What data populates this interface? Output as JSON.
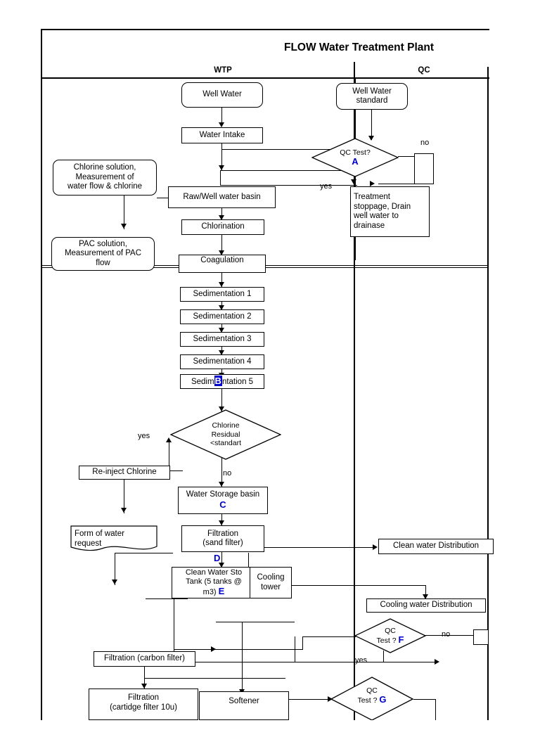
{
  "document": {
    "title": "FLOW Water Treatment Plant"
  },
  "lanes": [
    {
      "id": "wtp",
      "label": "WTP"
    },
    {
      "id": "qc",
      "label": "QC"
    }
  ],
  "colors": {
    "marker": "#0000CC",
    "selection_bg": "#0000CC",
    "selection_fg": "#FFFFFF",
    "line": "#000000",
    "background": "#FFFFFF"
  },
  "nodes": {
    "well_water": {
      "label": "Well Water",
      "shape": "rounded"
    },
    "well_water_standard": {
      "label": "Well Water\nstandard",
      "shape": "rounded"
    },
    "water_intake": {
      "label": "Water Intake",
      "shape": "process"
    },
    "qc_test_a": {
      "label": "QC Test?",
      "marker": "A",
      "shape": "decision"
    },
    "treatment_stoppage": {
      "label": "Treatment\nstoppage, Drain\nwell water to\ndrainase",
      "shape": "process"
    },
    "chlorine_solution": {
      "label": "Chlorine solution,\nMeasurement of\nwater flow & chlorine",
      "shape": "rounded"
    },
    "raw_well_water_basin": {
      "label": "Raw/Well water basin",
      "shape": "process"
    },
    "chlorination": {
      "label": "Chlorination",
      "shape": "process"
    },
    "pac_solution": {
      "label": "PAC solution,\nMeasurement of PAC\nflow",
      "shape": "rounded"
    },
    "coagulation": {
      "label": "Coagulation",
      "shape": "process"
    },
    "sedimentation_1": {
      "label": "Sedimentation 1",
      "shape": "process"
    },
    "sedimentation_2": {
      "label": "Sedimentation 2",
      "shape": "process"
    },
    "sedimentation_3": {
      "label": "Sedimentation 3",
      "shape": "process"
    },
    "sedimentation_4": {
      "label": "Sedimentation 4",
      "shape": "process"
    },
    "sedimentation_5": {
      "label_before": "Sedim",
      "marker_selected": "B",
      "label_after": "ntation 5",
      "shape": "process"
    },
    "chlorine_residual": {
      "label": "Chlorine\nResidual\n<standart",
      "shape": "decision"
    },
    "reinject_chlorine": {
      "label": "Re-inject Chlorine",
      "shape": "process"
    },
    "water_storage_basin": {
      "label": "Water Storage basin",
      "marker": "C",
      "shape": "process"
    },
    "form_of_water_request": {
      "label": "Form of water\nrequest",
      "shape": "document"
    },
    "filtration_sand": {
      "label": "Filtration\n(sand filter)",
      "shape": "process"
    },
    "clean_water_storage_tank": {
      "label": "Clean Water Sto\nTank (5 tanks @\nm3)",
      "marker": "E",
      "shape": "process"
    },
    "cooling_tower": {
      "label": "Cooling\ntower",
      "shape": "process"
    },
    "clean_water_distribution": {
      "label": "Clean water Distribution",
      "shape": "process"
    },
    "cooling_water_distribution": {
      "label": "Cooling water Distribution",
      "shape": "process"
    },
    "qc_test_f": {
      "label": "QC\nTest ?",
      "marker": "F",
      "shape": "decision"
    },
    "qc_test_g": {
      "label": "QC\nTest ?",
      "marker": "G",
      "shape": "decision"
    },
    "filtration_carbon": {
      "label": "Filtration (carbon filter)",
      "shape": "process"
    },
    "filtration_cartridge": {
      "label": "Filtration\n(cartidge filter 10u)",
      "shape": "process"
    },
    "softener": {
      "label": "Softener",
      "shape": "process"
    },
    "stub_no_a": {
      "label": "",
      "shape": "process"
    },
    "stub_no_f": {
      "label": "",
      "shape": "process"
    }
  },
  "edge_labels": {
    "qc_a_no": "no",
    "qc_a_yes": "yes",
    "residual_yes": "yes",
    "residual_no": "no",
    "qc_f_no": "no",
    "qc_f_yes": "yes",
    "filtration_d": "D"
  },
  "markers": {
    "a": "A",
    "b": "B",
    "c": "C",
    "d": "D",
    "e": "E",
    "f": "F",
    "g": "G"
  }
}
